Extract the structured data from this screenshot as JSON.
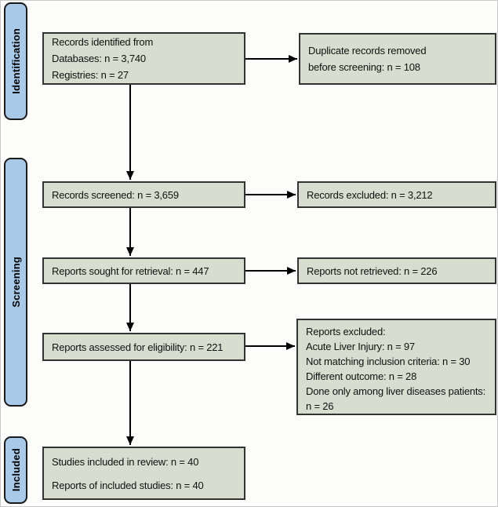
{
  "stages": [
    {
      "label": "Identification"
    },
    {
      "label": "Screening"
    },
    {
      "label": "Included"
    }
  ],
  "boxes": {
    "records_identified": {
      "lines": [
        "Records identified from",
        "Databases: n = 3,740",
        "Registries: n = 27"
      ]
    },
    "duplicates_removed": {
      "lines": [
        "Duplicate records removed",
        "before screening: n = 108"
      ]
    },
    "records_screened": {
      "lines": [
        "Records screened: n = 3,659"
      ]
    },
    "records_excluded": {
      "lines": [
        "Records excluded: n = 3,212"
      ]
    },
    "reports_sought": {
      "lines": [
        "Reports sought for retrieval: n = 447"
      ]
    },
    "reports_not_retrieved": {
      "lines": [
        "Reports not retrieved: n = 226"
      ]
    },
    "reports_assessed": {
      "lines": [
        "Reports assessed for eligibility: n = 221"
      ]
    },
    "reports_excluded": {
      "lines": [
        "Reports excluded:",
        "Acute Liver Injury: n = 97",
        "Not matching inclusion criteria: n = 30",
        "Different outcome: n = 28",
        "Done only among liver diseases patients: n = 26"
      ]
    },
    "studies_included": {
      "lines": [
        "Studies included in review: n = 40",
        "Reports of included studies: n = 40"
      ]
    }
  },
  "colors": {
    "box_fill": "#d7decf",
    "box_border": "#333333",
    "stage_fill": "#a9c9e9",
    "stage_border": "#1a1a1a",
    "arrow": "#000000",
    "background": "#fdfdfb"
  }
}
